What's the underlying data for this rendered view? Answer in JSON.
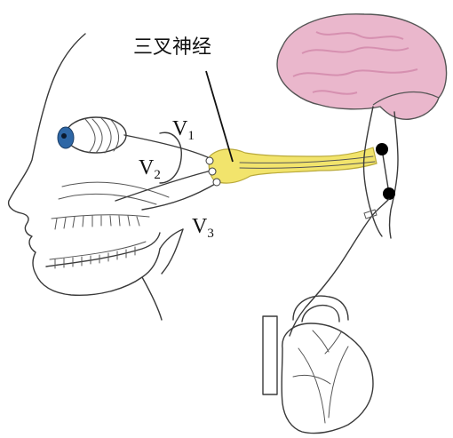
{
  "labels": {
    "ganglion_title": "三叉神经",
    "v1": {
      "letter": "V",
      "sub": "1"
    },
    "v2": {
      "letter": "V",
      "sub": "2"
    },
    "v3": {
      "letter": "V",
      "sub": "3"
    }
  },
  "colors": {
    "nerve_yellow": "#f2e46c",
    "nerve_outline": "#b9a93a",
    "brain_pink": "#eab7cc",
    "iris_blue": "#2e67a6",
    "nucleus_dot": "#000000"
  }
}
